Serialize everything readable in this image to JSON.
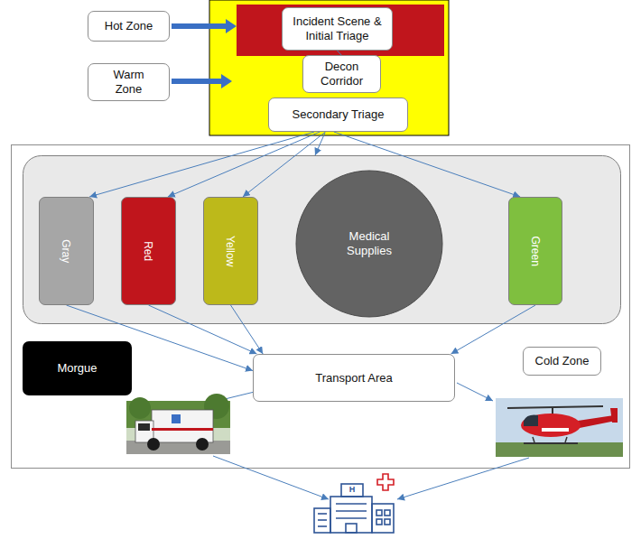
{
  "diagram": {
    "nodes": [
      {
        "text": [
          "Hot Zone"
        ]
      },
      {
        "text": [
          "Incident Scene & Initial Triage"
        ]
      },
      {
        "text": [
          "Warm Zone"
        ]
      },
      {
        "text": [
          "Decon Corridor"
        ]
      },
      {
        "text": [
          "Secondary Triage"
        ]
      },
      {
        "text": [
          "Gray"
        ]
      },
      {
        "text": [
          "Red"
        ]
      },
      {
        "text": [
          "Yellow"
        ]
      },
      {
        "text": [
          "Medical Supplies"
        ]
      },
      {
        "text": [
          "Green"
        ]
      },
      {
        "text": [
          "Morgue"
        ]
      },
      {
        "text": [
          "Cold Zone"
        ]
      },
      {
        "text": [
          "Transport Area"
        ]
      }
    ],
    "edges": [
      {
        "from": 1,
        "to": 3,
        "arrow": "none"
      },
      {
        "from": 4,
        "to": 5,
        "arrow": "to"
      },
      {
        "from": 4,
        "to": 6,
        "arrow": "to"
      },
      {
        "from": 4,
        "to": 7,
        "arrow": "to"
      },
      {
        "from": 4,
        "to": 9,
        "arrow": "to"
      },
      {
        "from": 5,
        "to": 12,
        "arrow": "to"
      },
      {
        "from": 6,
        "to": 12,
        "arrow": "to"
      },
      {
        "from": 7,
        "to": 12,
        "arrow": "to"
      },
      {
        "from": 9,
        "to": 12,
        "arrow": "to"
      }
    ],
    "labels": [
      "H"
    ]
  }
}
